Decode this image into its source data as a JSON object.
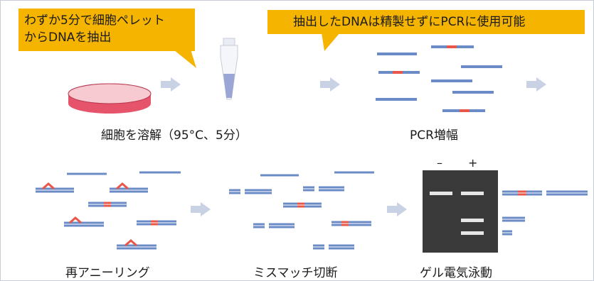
{
  "callouts": {
    "left_line1": "わずか5分で細胞ペレット",
    "left_line2": "からDNAを抽出",
    "right": "抽出したDNAは精製せずにPCRに使用可能"
  },
  "steps": {
    "lysis": "細胞を溶解（95°C、5分）",
    "pcr": "PCR増幅",
    "reanneal": "再アニーリング",
    "cleave": "ミスマッチ切断",
    "gel": "ゲル電気泳動"
  },
  "gel_lanes": {
    "minus": "–",
    "plus": "+"
  },
  "colors": {
    "callout": "#f5b400",
    "strand": "#6b8bc6",
    "mismatch": "#e8574a",
    "arrow": "#c9d1e4",
    "gel": "#3a3a3a",
    "dish": "#e5546a"
  }
}
